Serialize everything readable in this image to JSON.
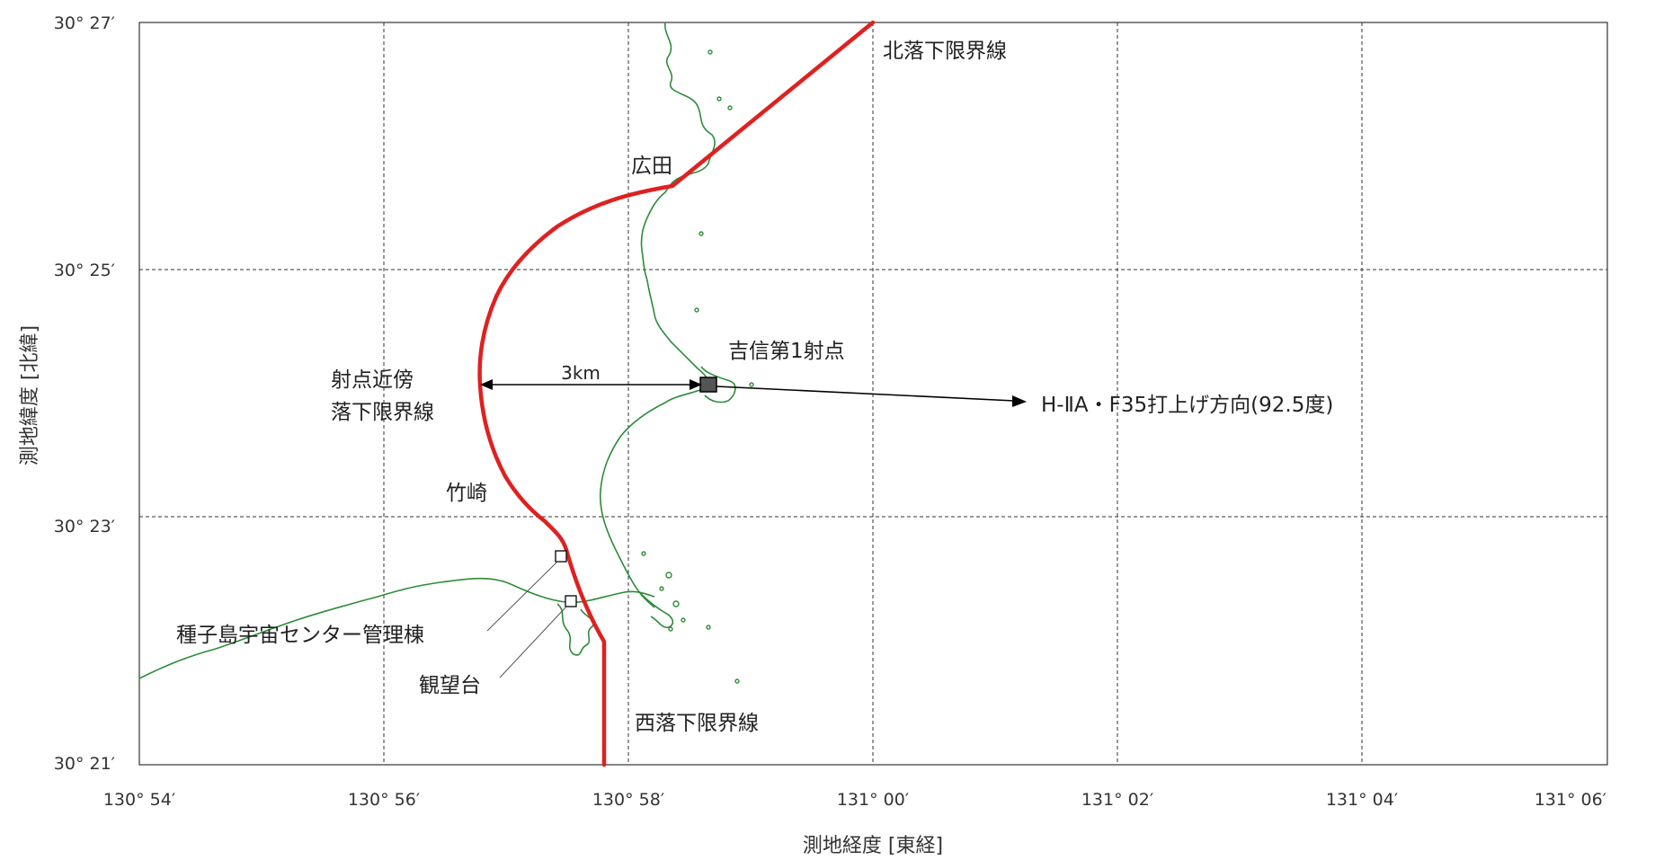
{
  "axes": {
    "x_title": "測地経度 [東経]",
    "y_title": "測地緯度 [北緯]",
    "x_ticks": [
      "130° 54′",
      "130° 56′",
      "130° 58′",
      "131° 00′",
      "131° 02′",
      "131° 04′",
      "131° 06′"
    ],
    "y_ticks": [
      "30° 27′",
      "30° 25′",
      "30° 23′",
      "30° 21′"
    ]
  },
  "labels": {
    "north_limit": "北落下限界線",
    "west_limit": "西落下限界線",
    "near_limit_line1": "射点近傍",
    "near_limit_line2": "落下限界線",
    "hirota": "広田",
    "takesaki": "竹崎",
    "launch_point": "吉信第1射点",
    "distance": "3km",
    "launch_direction": "H-ⅡA・F35打上げ方向(92.5度)",
    "center_building": "種子島宇宙センター管理棟",
    "observatory": "観望台"
  },
  "colors": {
    "limit_line": "#e02020",
    "coastline": "#2e8b3a",
    "grid": "#333333"
  }
}
